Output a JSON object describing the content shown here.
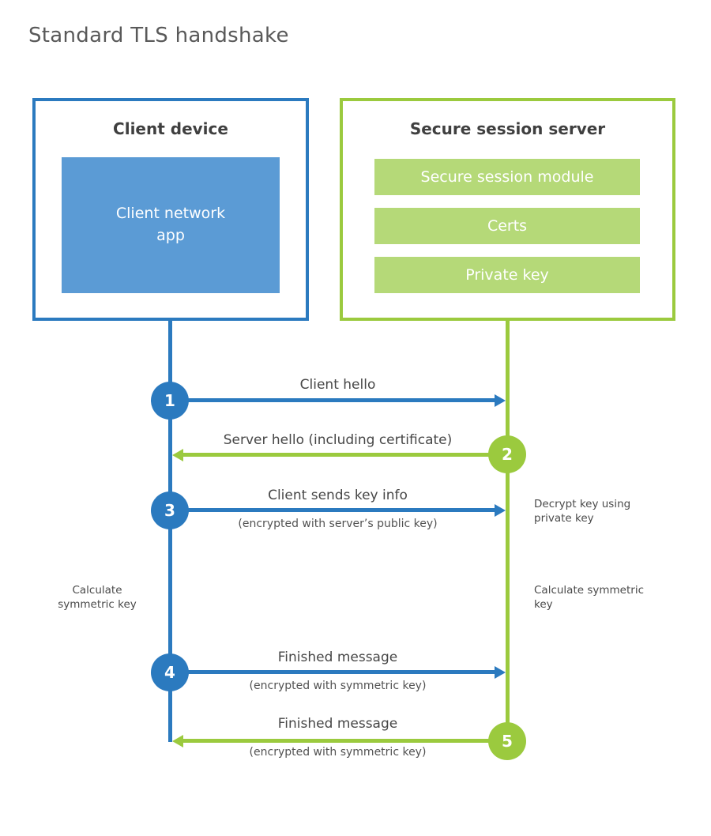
{
  "title": "Standard TLS handshake",
  "colors": {
    "blue": "#2b7abf",
    "blue-fill": "#5b9bd5",
    "green": "#9bca3e",
    "green-fill": "#b5d978",
    "heading": "#3f3f3f",
    "title-gray": "#595959",
    "label": "#474747",
    "note": "#4a4a4a"
  },
  "client": {
    "header": "Client device",
    "app_label": "Client network app"
  },
  "server": {
    "header": "Secure session server",
    "modules": [
      "Secure session module",
      "Certs",
      "Private key"
    ]
  },
  "steps": [
    {
      "num": "1",
      "label": "Client hello"
    },
    {
      "num": "2",
      "label": "Server hello (including certificate)"
    },
    {
      "num": "3",
      "label": "Client sends key info",
      "sublabel": "(encrypted with server’s public key)"
    },
    {
      "num": "4",
      "label": "Finished message",
      "sublabel": "(encrypted with symmetric key)"
    },
    {
      "num": "5",
      "label": "Finished message",
      "sublabel": "(encrypted with symmetric key)"
    }
  ],
  "notes": {
    "decrypt": "Decrypt key using private key",
    "calc_left": "Calculate symmetric key",
    "calc_right": "Calculate symmetric key"
  }
}
